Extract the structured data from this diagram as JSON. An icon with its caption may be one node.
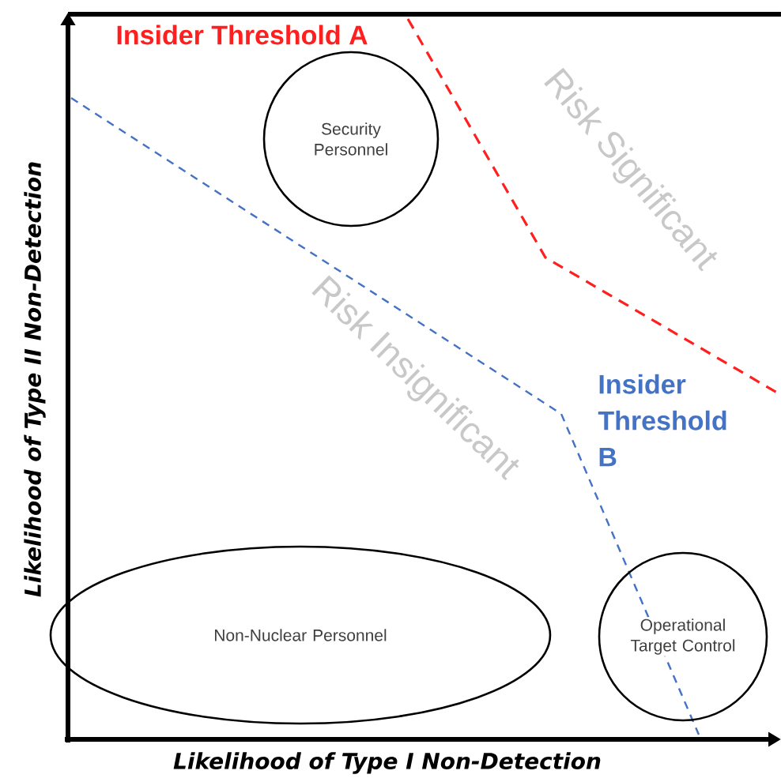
{
  "diagram": {
    "nodes": [
      {
        "text": [
          "Security Personnel"
        ]
      },
      {
        "text": [
          "Non-Nuclear Personnel"
        ]
      },
      {
        "text": [
          "Operational Target Control"
        ]
      }
    ],
    "labels": [
      "Insider Threshold A",
      "Risk Significant",
      "Risk Insignificant",
      "Insider Threshold B",
      "Likelihood of Type II Non-Detection",
      "Likelihood of Type I Non-Detection"
    ]
  }
}
